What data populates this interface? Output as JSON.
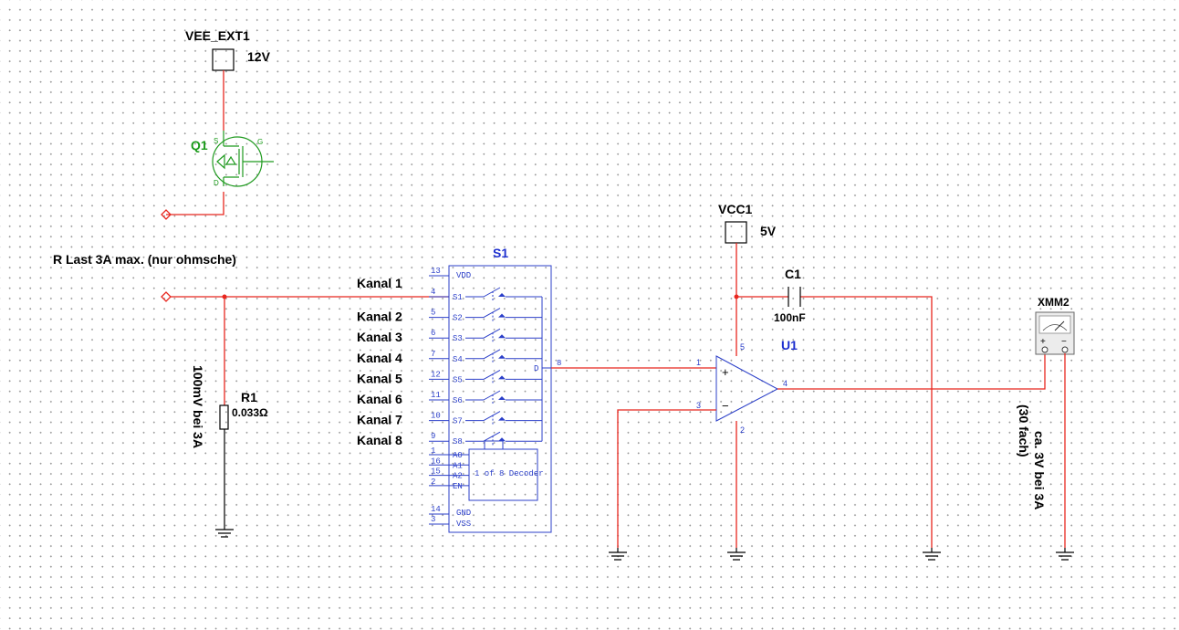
{
  "components": {
    "vee": {
      "ref": "VEE_EXT1",
      "value": "12V"
    },
    "q1": {
      "ref": "Q1",
      "pins": {
        "s": "S",
        "g": "G",
        "d": "D"
      }
    },
    "load_label": "R Last 3A max. (nur ohmsche)",
    "r1": {
      "ref": "R1",
      "value": "0.033Ω",
      "note": "100mV bei 3A"
    },
    "s1": {
      "ref": "S1",
      "pin_vdd": "VDD",
      "pin_vdd_num": "13",
      "inputs": [
        {
          "label": "Kanal 1",
          "num": "4",
          "name": "S1"
        },
        {
          "label": "Kanal 2",
          "num": "5",
          "name": "S2"
        },
        {
          "label": "Kanal 3",
          "num": "6",
          "name": "S3"
        },
        {
          "label": "Kanal 4",
          "num": "7",
          "name": "S4"
        },
        {
          "label": "Kanal 5",
          "num": "12",
          "name": "S5"
        },
        {
          "label": "Kanal 6",
          "num": "11",
          "name": "S6"
        },
        {
          "label": "Kanal 7",
          "num": "10",
          "name": "S7"
        },
        {
          "label": "Kanal 8",
          "num": "9",
          "name": "S8"
        }
      ],
      "output_name": "D",
      "output_num": "8",
      "address_pins": [
        {
          "num": "1",
          "name": "A0"
        },
        {
          "num": "16",
          "name": "A1"
        },
        {
          "num": "15",
          "name": "A2"
        },
        {
          "num": "2",
          "name": "EN"
        }
      ],
      "decoder_label": "1 of 8 Decoder",
      "pin_gnd": "GND",
      "pin_gnd_num": "14",
      "pin_vss": "VSS",
      "pin_vss_num": "3"
    },
    "vcc": {
      "ref": "VCC1",
      "value": "5V"
    },
    "c1": {
      "ref": "C1",
      "value": "100nF"
    },
    "u1": {
      "ref": "U1",
      "pin_vplus": "5",
      "pin_in_plus": "1",
      "pin_in_minus": "3",
      "pin_vminus": "2",
      "pin_out": "4",
      "plus_sign": "+",
      "minus_sign": "−"
    },
    "xmm2": {
      "ref": "XMM2",
      "plus": "+",
      "minus": "−",
      "note_line1": "ca. 3V bei 3A",
      "note_line2": "(30 fach)"
    }
  }
}
